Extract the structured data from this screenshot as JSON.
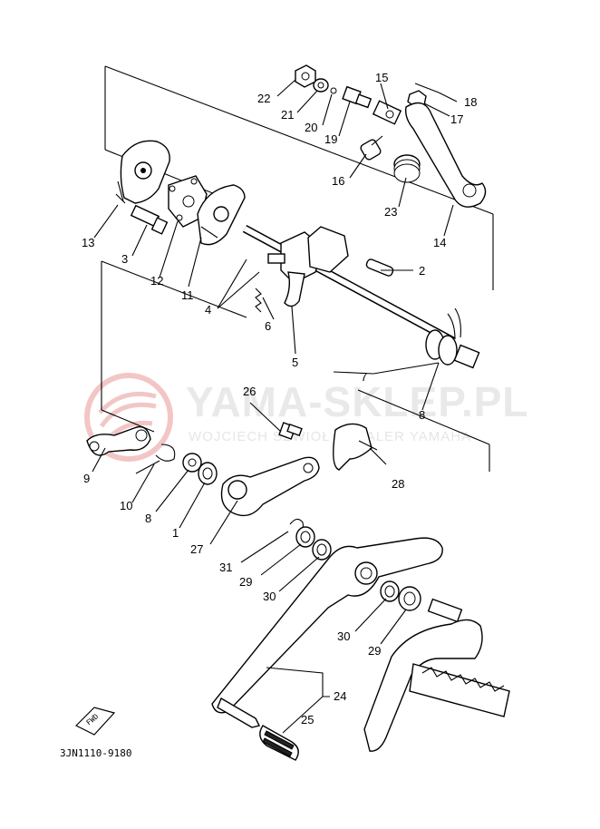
{
  "watermark": {
    "title": "YAMA-SKLEP.PL",
    "subtitle": "WOJCIECH SZWIOŁ - DEALER YAMAHA",
    "accent_color": "#e8a0a0"
  },
  "diagram_code": "3JN1110-9180",
  "fwd_label": "FWD",
  "callouts": {
    "p1": "1",
    "p2": "2",
    "p3": "3",
    "p4": "4",
    "p5": "5",
    "p6": "6",
    "p7": "7",
    "p8": "8",
    "p9": "9",
    "p10": "10",
    "p11": "11",
    "p12": "12",
    "p13": "13",
    "p14": "14",
    "p15": "15",
    "p16": "16",
    "p17": "17",
    "p18": "18",
    "p19": "19",
    "p20": "20",
    "p21": "21",
    "p22": "22",
    "p23": "23",
    "p24": "24",
    "p25": "25",
    "p26": "26",
    "p27": "27",
    "p28": "28",
    "p29a": "29",
    "p29b": "29",
    "p30a": "30",
    "p30b": "30",
    "p31": "31"
  }
}
